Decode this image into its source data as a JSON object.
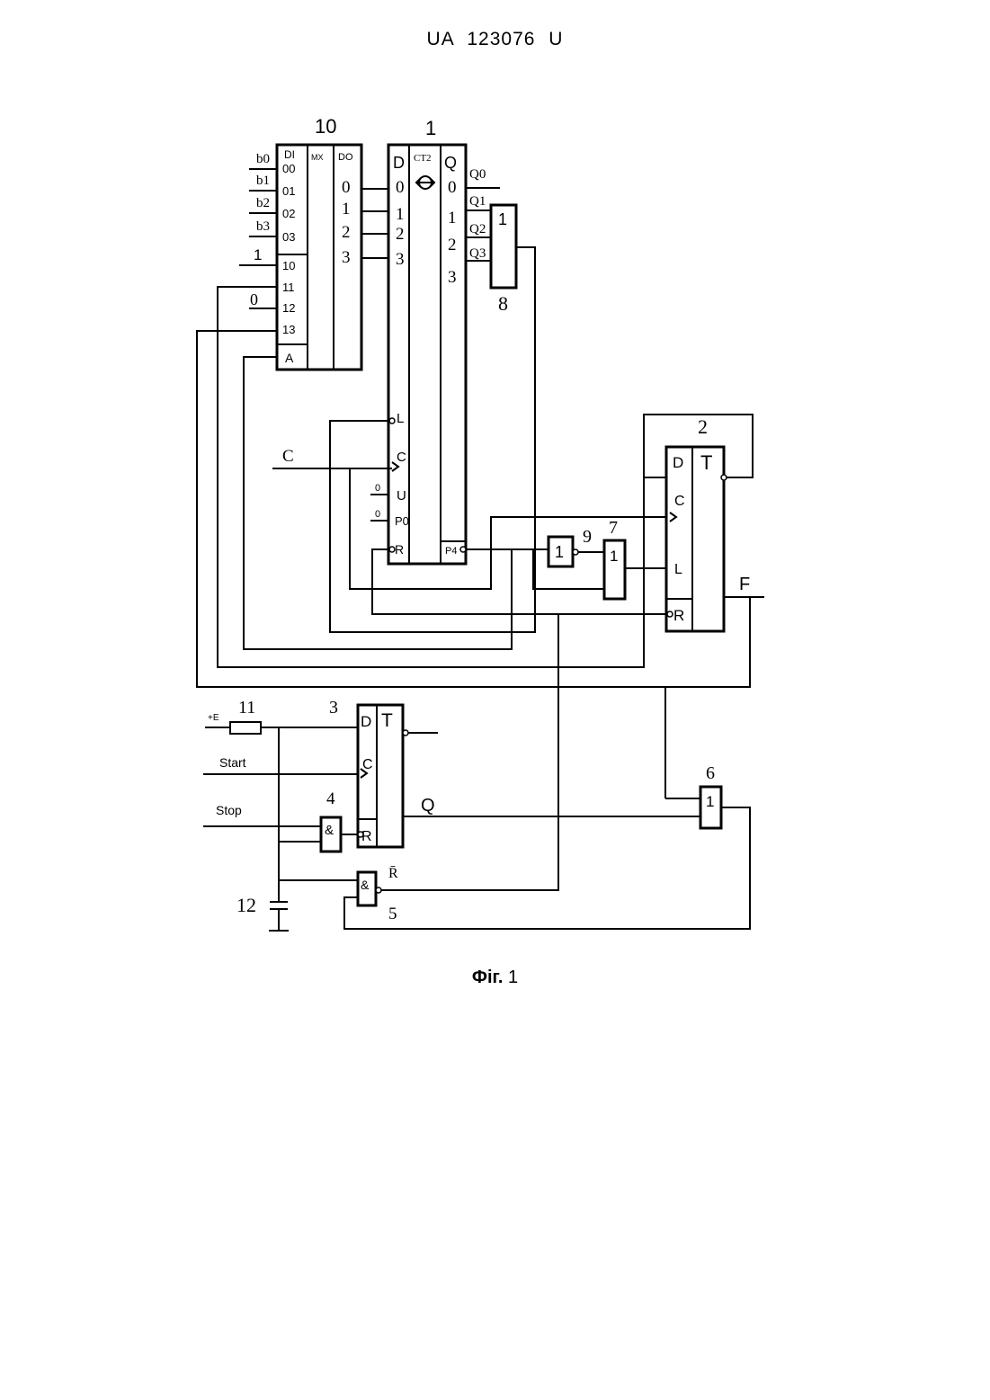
{
  "header": {
    "patent_number": "UA 123076 U"
  },
  "caption": {
    "label": "Фіг.",
    "number": "1"
  },
  "blocks": {
    "mux": {
      "ref": "10",
      "col_in": "DI",
      "col_mid": "MX",
      "col_out": "DO",
      "inputs": [
        "00",
        "01",
        "02",
        "03",
        "10",
        "11",
        "12",
        "13"
      ],
      "address": "A",
      "outputs": [
        "0",
        "1",
        "2",
        "3"
      ],
      "in_signals": [
        "b0",
        "b1",
        "b2",
        "b3"
      ],
      "const_one": "1",
      "const_zero": "0"
    },
    "counter": {
      "ref": "1",
      "col_in": "D",
      "title": "CT2",
      "col_out": "Q",
      "inputs": [
        "0",
        "1",
        "2",
        "3"
      ],
      "outputs": [
        "0",
        "1",
        "2",
        "3"
      ],
      "out_signals": [
        "Q0",
        "Q1",
        "Q2",
        "Q3"
      ],
      "pin_l": "L",
      "pin_c": "C",
      "pin_u": "U",
      "pin_p0": "P0",
      "pin_r": "R",
      "pin_p4": "P4",
      "tie_u": "0",
      "tie_p0": "0",
      "clock_label": "C"
    },
    "flipflop2": {
      "ref": "2",
      "pin_d": "D",
      "pin_c": "C",
      "pin_l": "L",
      "pin_r": "R",
      "title": "T",
      "output_label": "F"
    },
    "flipflop3": {
      "ref": "3",
      "pin_d": "D",
      "pin_c": "C",
      "pin_r": "R",
      "title": "T",
      "output_label": "Q"
    },
    "or8": {
      "ref": "8",
      "symbol": "1"
    },
    "gate9": {
      "ref": "9",
      "symbol": "1"
    },
    "gate7": {
      "ref": "7",
      "symbol": "1"
    },
    "gate6": {
      "ref": "6",
      "symbol": "1"
    },
    "and4": {
      "ref": "4",
      "symbol": "&"
    },
    "and5": {
      "ref": "5",
      "symbol": "&",
      "output_label": "R̄"
    },
    "resistor": {
      "ref": "11",
      "supply": "+E"
    },
    "capacitor": {
      "ref": "12"
    },
    "inputs": {
      "start": "Start",
      "stop": "Stop"
    }
  }
}
